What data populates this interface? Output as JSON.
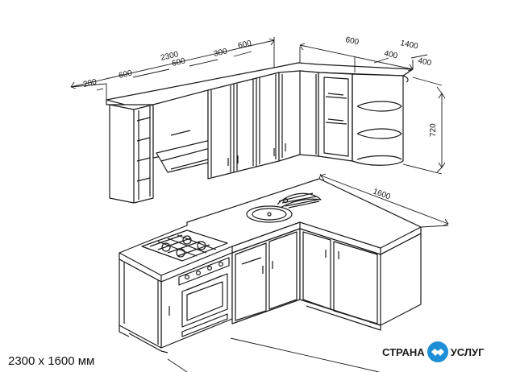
{
  "dimensions": {
    "upper_total": "2300",
    "upper_200": "200",
    "upper_600_a": "600",
    "upper_600_b": "600",
    "upper_300": "300",
    "upper_600_c": "600",
    "right_600": "600",
    "right_1400": "1400",
    "right_400_a": "400",
    "right_400_b": "400",
    "height_720": "720",
    "lower_1600": "1600"
  },
  "caption": "2300 x 1600 мм",
  "brand": {
    "left_text": "СТРАНА",
    "right_text": "УСЛУГ",
    "logo_icon": "handshake-icon",
    "logo_color": "#1e8fd6"
  }
}
